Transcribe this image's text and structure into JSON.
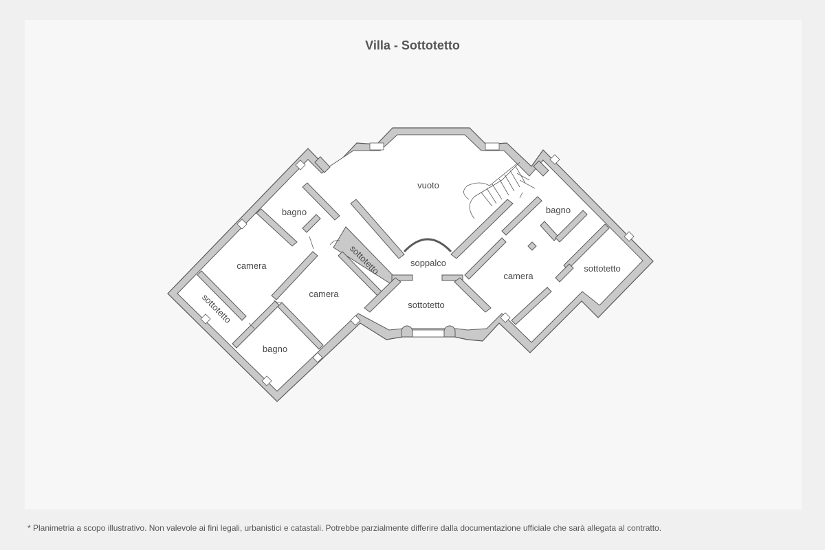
{
  "title": "Villa - Sottotetto",
  "rooms": {
    "vuoto": "vuoto",
    "bagno_top_left": "bagno",
    "camera_left": "camera",
    "sottotetto_far_left": "sottotetto",
    "sottotetto_corridor": "sottotetto",
    "camera_center": "camera",
    "bagno_bottom": "bagno",
    "soppalco": "soppalco",
    "sottotetto_center": "sottotetto",
    "camera_right": "camera",
    "bagno_right": "bagno",
    "sottotetto_right": "sottotetto"
  },
  "disclaimer": "* Planimetria a scopo illustrativo. Non valevole ai fini legali, urbanistici e catastali. Potrebbe parzialmente differire dalla documentazione ufficiale che sarà allegata al contratto.",
  "colors": {
    "background": "#f7f7f7",
    "wall_fill": "#c9c9c9",
    "wall_stroke": "#5a5a5a",
    "floor": "#ffffff",
    "text": "#4a4a4a"
  }
}
